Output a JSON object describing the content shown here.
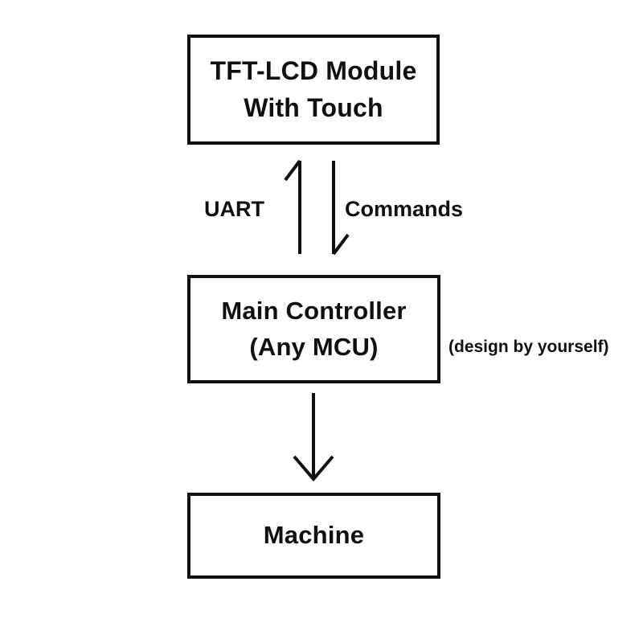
{
  "diagram": {
    "title": "TFT-LCD Module system block diagram",
    "background_color": "#ffffff",
    "stroke_color": "#101010",
    "nodes": [
      {
        "id": "tft-lcd-module",
        "lines": [
          "TFT-LCD Module",
          "With Touch"
        ],
        "shape": "rectangle"
      },
      {
        "id": "main-controller",
        "lines": [
          "Main Controller",
          "(Any MCU)"
        ],
        "shape": "rectangle"
      },
      {
        "id": "machine",
        "lines": [
          "Machine"
        ],
        "shape": "rectangle"
      }
    ],
    "annotations": [
      {
        "id": "design-by-yourself",
        "text": "(design by yourself)"
      }
    ],
    "edges": [
      {
        "id": "edge-uart-up",
        "label": "UART",
        "from": "main-controller",
        "to": "tft-lcd-module",
        "direction": "up",
        "arrowhead": "half-barb"
      },
      {
        "id": "edge-commands-down",
        "label": "Commands",
        "from": "tft-lcd-module",
        "to": "main-controller",
        "direction": "down",
        "arrowhead": "half-barb"
      },
      {
        "id": "edge-controller-machine",
        "label": "",
        "from": "main-controller",
        "to": "machine",
        "direction": "down",
        "arrowhead": "full-v"
      }
    ]
  }
}
